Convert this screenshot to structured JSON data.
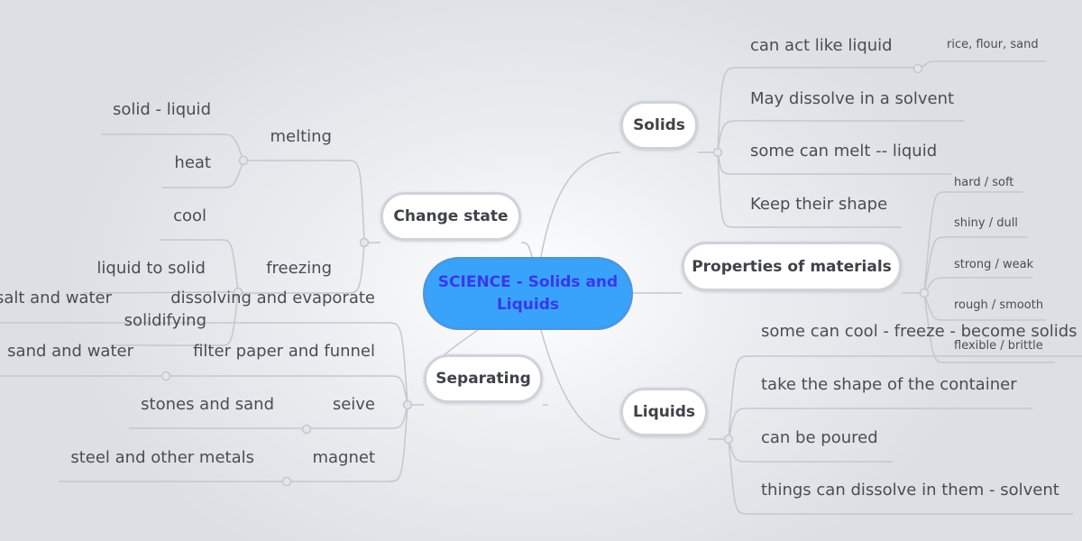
{
  "center": "SCIENCE - Solids and Liquids",
  "colors": {
    "center_fill": "#39a3fb",
    "center_text": "#3a38e8",
    "line": "#c4c7cc"
  },
  "solids": {
    "label": "Solids",
    "items": [
      "can act like liquid",
      "May dissolve in a solvent",
      "some can melt -- liquid",
      "Keep their shape"
    ],
    "sub": "rice, flour, sand"
  },
  "properties": {
    "label": "Properties of materials",
    "items": [
      "hard / soft",
      "shiny / dull",
      "strong / weak",
      "rough / smooth",
      "flexible / brittle"
    ]
  },
  "liquids": {
    "label": "Liquids",
    "items": [
      "some can cool - freeze - become solids",
      "take the shape of the container",
      "can be poured",
      "things can dissolve in them - solvent"
    ]
  },
  "change_state": {
    "label": "Change state",
    "melting": {
      "label": "melting",
      "items": [
        "solid - liquid",
        "heat"
      ]
    },
    "freezing": {
      "label": "freezing",
      "items": [
        "cool",
        "liquid to solid",
        "solidifying"
      ]
    }
  },
  "separating": {
    "label": "Separating",
    "items": [
      {
        "method": "dissolving and evaporate",
        "example": "salt and water"
      },
      {
        "method": "filter paper and funnel",
        "example": "sand and water"
      },
      {
        "method": "seive",
        "example": "stones and sand"
      },
      {
        "method": "magnet",
        "example": "steel and other metals"
      }
    ]
  }
}
